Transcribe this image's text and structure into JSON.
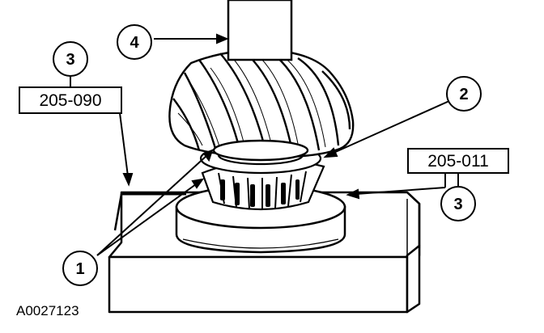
{
  "figure_id": "A0027123",
  "callouts": [
    {
      "number": "1"
    },
    {
      "number": "2"
    },
    {
      "number": "3",
      "tool": "205-090"
    },
    {
      "number": "3",
      "tool": "205-011"
    },
    {
      "number": "4"
    }
  ]
}
